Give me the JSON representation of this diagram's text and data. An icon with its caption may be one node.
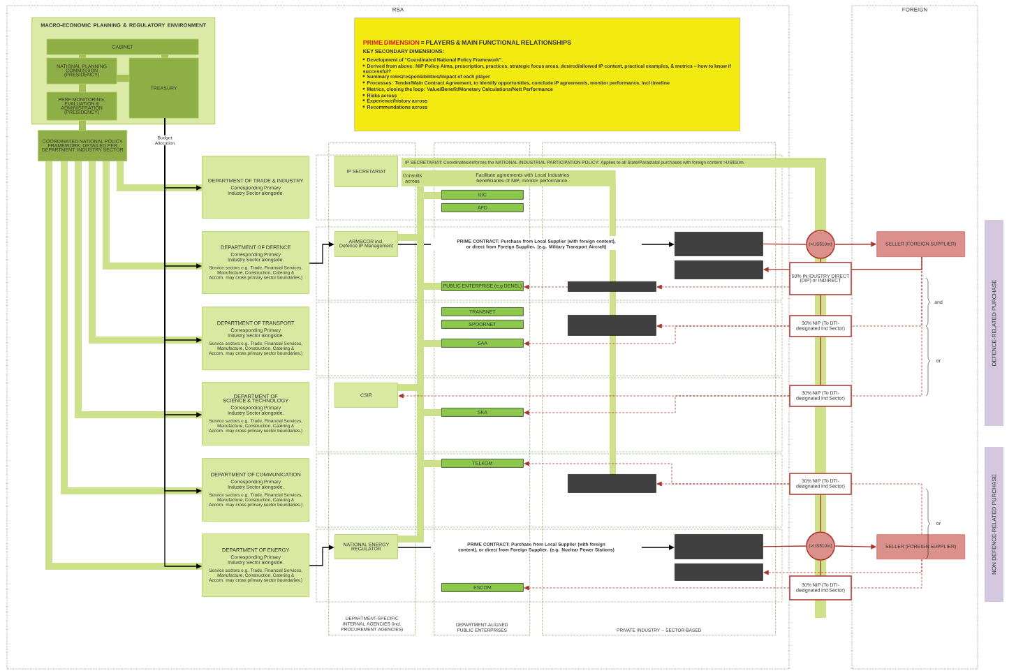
{
  "diagram": {
    "nodes": [
      {
        "text": [
          "RSA"
        ]
      },
      {
        "text": [
          "FOREIGN"
        ]
      },
      {
        "text": [
          "MACRO-ECONOMIC PLANNING & REGULATORY ENVIRONMENT"
        ],
        "in": 0
      },
      {
        "text": [
          "CABINET"
        ],
        "in": 2
      },
      {
        "text": [
          "NATIONAL PLANNING COMMISSION (PRESIDENCY)"
        ],
        "in": 2
      },
      {
        "text": [
          "PERF MONITORING, EVALUATION & ADMINISTRATION (PRESIDENCY)"
        ],
        "in": 2
      },
      {
        "text": [
          "TREASURY"
        ],
        "in": 2
      },
      {
        "text": [
          "PRIME DIMENSION",
          "= PLAYERS & MAIN FUNCTIONAL RELATIONSHIPS",
          "KEY SECONDARY DIMENSIONS:",
          "Development of “Coordinated National Policy Framework”.",
          "Derived from above: NIP Policy Aims, prescription, practices, strategic focus areas, desired/allowed IP content, practical examples, & metrics – how to know if successful?",
          "Summary roles/responsibilities/impact of each player",
          "Processes: Tender/Main Contract Agreement, to identify opportunities, conclude IP agreements, monitor performance, incl timeline",
          "Metrics, closing the loop: Value/Benefit/Monetary Calculations/Nett Performance",
          "Risks across",
          "Experience/history across",
          "Recommendations across"
        ],
        "in": 0
      },
      {
        "text": [
          "COORDINATED NATIONAL POLICY FRAMEWORK, DETAILED PER DEPARTMENT, INDUSTRY SECTOR"
        ],
        "in": 0
      },
      {
        "text": [
          "DEPARTMENT OF TRADE & INDUSTRY",
          "Corresponding Primary Industry Sector alongside."
        ],
        "in": 0
      },
      {
        "text": [
          "DEPARTMENT OF DEFENCE",
          "Corresponding Primary Industry Sector alongside.",
          "Service sectors e.g. Trade, Financial Services, Manufacture, Construction, Catering & Accom. may cross primary sector boundaries.)"
        ],
        "in": 0
      },
      {
        "text": [
          "DEPARTMENT OF TRANSPORT",
          "Corresponding Primary Industry Sector alongside.",
          "Service sectors e.g. Trade, Financial Services, Manufacture, Construction, Catering & Accom. may cross primary sector boundaries.)"
        ],
        "in": 0
      },
      {
        "text": [
          "DEPARTMENT OF SCIENCE & TECHNOLOGY",
          "Corresponding Primary Industry Sector alongside.",
          "Service sectors e.g. Trade, Financial Services, Manufacture, Construction, Catering & Accom. may cross primary sector boundaries.)"
        ],
        "in": 0
      },
      {
        "text": [
          "DEPARTMENT OF COMMUNICATION",
          "Corresponding Primary Industry Sector alongside.",
          "Service sectors e.g. Trade, Financial Services, Manufacture, Construction, Catering & Accom. may cross primary sector boundaries.)"
        ],
        "in": 0
      },
      {
        "text": [
          "DEPARTMENT OF ENERGY",
          "Corresponding Primary Industry Sector alongside.",
          "Service sectors e.g. Trade, Financial Services, Manufacture, Construction, Catering & Accom. may cross primary sector boundaries.)"
        ],
        "in": 0
      },
      {
        "text": [
          "DEPARTMENT-SPECIFIC INTERNAL AGENCIES (incl. PROCUREMENT AGENCIES)"
        ],
        "in": 0
      },
      {
        "text": [
          "DEPARTMENT-ALIGNED PUBLIC ENTERPRISES"
        ],
        "in": 0
      },
      {
        "text": [
          "PRIVATE INDUSTRY – SECTOR-BASED"
        ],
        "in": 0
      },
      {
        "text": [
          "IP SECRETARIAT"
        ],
        "in": 15
      },
      {
        "text": [
          "IP SECRETARIAT: Coordinates/enforces the NATIONAL INDUSTRIAL PARTICIPATION POLICY: Applies to all State/Parastatal purchases with foreign content >US$10m."
        ]
      },
      {
        "text": [
          "Consults across",
          "Facilitate agreements with Local Industries beneficiaries of NIP, monitor performance."
        ],
        "in": 0
      },
      {
        "text": [
          "ARMSCOR incl. Defence IP Management"
        ],
        "in": 15
      },
      {
        "text": [
          "CSIR"
        ],
        "in": 15
      },
      {
        "text": [
          "NATIONAL ENERGY REGULATOR"
        ],
        "in": 15
      },
      {
        "text": [
          "IDC"
        ],
        "in": 16
      },
      {
        "text": [
          "AFD"
        ],
        "in": 16
      },
      {
        "text": [
          "PUBLIC ENTERPRISE (e.g DENEL)"
        ],
        "in": 16
      },
      {
        "text": [
          "TRANSNET"
        ],
        "in": 16
      },
      {
        "text": [
          "SPOORNET"
        ],
        "in": 16
      },
      {
        "text": [
          "SAA"
        ],
        "in": 16
      },
      {
        "text": [
          "SKA"
        ],
        "in": 16
      },
      {
        "text": [
          "TELKOM"
        ],
        "in": 16
      },
      {
        "text": [
          "ESCOM"
        ],
        "in": 16
      },
      {
        "text": [],
        "shape": "box",
        "in": 17
      },
      {
        "text": [],
        "shape": "box",
        "in": 17
      },
      {
        "text": [],
        "shape": "box",
        "in": 17
      },
      {
        "text": [],
        "shape": "box",
        "in": 17
      },
      {
        "text": [],
        "shape": "box",
        "in": 17
      },
      {
        "text": [],
        "shape": "box",
        "in": 17
      },
      {
        "text": [],
        "shape": "box",
        "in": 17
      },
      {
        "text": [
          "(>US$10m)"
        ]
      },
      {
        "text": [
          "50% IN IDUSTRY DIRECT (DIP) or INDIRECT"
        ]
      },
      {
        "text": [
          "30% NIP (To DTI-designated Ind Sector)"
        ]
      },
      {
        "text": [
          "30% NIP (To DTI-designated Ind Sector)"
        ]
      },
      {
        "text": [
          "SELLER (FOREIGN SUPPLIER)"
        ],
        "in": 1
      },
      {
        "text": [
          "30% NIP (To DTI-designated Ind Sector)"
        ]
      },
      {
        "text": [
          "(>US$10m)"
        ]
      },
      {
        "text": [
          "SELLER (FOREIGN SUPPLIER)"
        ],
        "in": 1
      },
      {
        "text": [
          "30% NIP (To DTI-designated Ind Sector)"
        ]
      },
      {
        "text": [
          "DEFENCE-RELATED PURCHASE"
        ]
      },
      {
        "text": [
          "NON DEFENCE-RELATED PURCHASE"
        ]
      }
    ],
    "edges": [
      {
        "from": 3,
        "to": 4,
        "arrow": "none",
        "style": "thick",
        "color": "#a4bf55"
      },
      {
        "from": 3,
        "to": 6,
        "arrow": "none",
        "style": "thick",
        "color": "#a4bf55"
      },
      {
        "from": 4,
        "to": 6,
        "arrow": "none",
        "style": "thick",
        "color": "#a4bf55"
      },
      {
        "from": 4,
        "to": 5,
        "arrow": "none",
        "style": "thick",
        "color": "#a4bf55"
      },
      {
        "from": 5,
        "to": 8,
        "arrow": "none",
        "style": "thick",
        "color": "#a4bf55"
      },
      {
        "from": 8,
        "to": 9,
        "arrow": "none",
        "style": "thick",
        "color": "#cde08a"
      },
      {
        "from": 8,
        "to": 10,
        "arrow": "none",
        "style": "thick",
        "color": "#cde08a"
      },
      {
        "from": 8,
        "to": 11,
        "arrow": "none",
        "style": "thick",
        "color": "#cde08a"
      },
      {
        "from": 8,
        "to": 12,
        "arrow": "none",
        "style": "thick",
        "color": "#cde08a"
      },
      {
        "from": 8,
        "to": 13,
        "arrow": "none",
        "style": "thick",
        "color": "#cde08a"
      },
      {
        "from": 8,
        "to": 14,
        "arrow": "none",
        "style": "thick",
        "color": "#cde08a"
      },
      {
        "from": 6,
        "to": 9,
        "arrow": "to",
        "color": "#000000",
        "label": "Budget Allocation"
      },
      {
        "from": 6,
        "to": 10,
        "arrow": "to",
        "color": "#000000"
      },
      {
        "from": 6,
        "to": 11,
        "arrow": "to",
        "color": "#000000"
      },
      {
        "from": 6,
        "to": 12,
        "arrow": "to",
        "color": "#000000"
      },
      {
        "from": 6,
        "to": 13,
        "arrow": "to",
        "color": "#000000"
      },
      {
        "from": 6,
        "to": 14,
        "arrow": "to",
        "color": "#000000"
      },
      {
        "from": 10,
        "to": 21,
        "arrow": "to",
        "color": "#000000"
      },
      {
        "from": 14,
        "to": 23,
        "arrow": "to",
        "color": "#000000"
      },
      {
        "from": 21,
        "to": 33,
        "arrow": "to",
        "color": "#000000",
        "label": "PRIME CONTRACT: Purchase from Local Supplier (with foreign content), or direct from Foreign Supplier. (e.g. Military Transport Aircraft)"
      },
      {
        "from": 23,
        "to": 38,
        "arrow": "to",
        "color": "#000000",
        "label": "PRIME CONTRACT: Purchase from Local Supplier (with foreign content), or direct from Foreign Supplier. (e.g. Nuclear Power Stations)"
      },
      {
        "from": 20,
        "to": 24,
        "arrow": "none",
        "style": "thick",
        "color": "#cde08a"
      },
      {
        "from": 20,
        "to": 21,
        "arrow": "none",
        "style": "thick",
        "color": "#cde08a"
      },
      {
        "from": 20,
        "to": 26,
        "arrow": "none",
        "style": "thick",
        "color": "#cde08a"
      },
      {
        "from": 20,
        "to": 29,
        "arrow": "none",
        "style": "thick",
        "color": "#cde08a"
      },
      {
        "from": 20,
        "to": 22,
        "arrow": "none",
        "style": "thick",
        "color": "#cde08a"
      },
      {
        "from": 20,
        "to": 30,
        "arrow": "none",
        "style": "thick",
        "color": "#cde08a"
      },
      {
        "from": 20,
        "to": 31,
        "arrow": "none",
        "style": "thick",
        "color": "#cde08a"
      },
      {
        "from": 20,
        "to": 23,
        "arrow": "none",
        "style": "thick",
        "color": "#cde08a"
      },
      {
        "from": 33,
        "to": 40,
        "arrow": "none",
        "color": "#a8332b"
      },
      {
        "from": 40,
        "to": 44,
        "arrow": "to",
        "color": "#a8332b"
      },
      {
        "from": 40,
        "to": 41,
        "arrow": "none",
        "color": "#a8332b"
      },
      {
        "from": 41,
        "to": 42,
        "arrow": "none",
        "color": "#a8332b"
      },
      {
        "from": 42,
        "to": 43,
        "arrow": "none",
        "color": "#a8332b"
      },
      {
        "from": 44,
        "to": 41,
        "arrow": "none",
        "color": "#a8332b"
      },
      {
        "from": 41,
        "to": 34,
        "arrow": "to",
        "color": "#a8332b"
      },
      {
        "from": 41,
        "to": 35,
        "arrow": "to",
        "style": "dashed",
        "color": "#a8332b"
      },
      {
        "from": 35,
        "to": 26,
        "arrow": "to",
        "style": "dashed",
        "color": "#a8332b"
      },
      {
        "from": 44,
        "to": 42,
        "arrow": "none",
        "style": "dashed",
        "color": "#a8332b"
      },
      {
        "from": 44,
        "to": 43,
        "arrow": "none",
        "style": "dashed",
        "color": "#a8332b"
      },
      {
        "from": 42,
        "to": 36,
        "arrow": "to",
        "style": "dashed",
        "color": "#a8332b"
      },
      {
        "from": 42,
        "to": 29,
        "arrow": "to",
        "style": "dashed",
        "color": "#a8332b"
      },
      {
        "from": 43,
        "to": 22,
        "arrow": "to",
        "style": "dashed",
        "color": "#a8332b"
      },
      {
        "from": 43,
        "to": 30,
        "arrow": "to",
        "style": "dashed",
        "color": "#a8332b"
      },
      {
        "from": 45,
        "to": 37,
        "arrow": "to",
        "style": "dashed",
        "color": "#a8332b"
      },
      {
        "from": 45,
        "to": 31,
        "arrow": "to",
        "style": "dashed",
        "color": "#a8332b"
      },
      {
        "from": 38,
        "to": 46,
        "arrow": "none",
        "color": "#a8332b"
      },
      {
        "from": 46,
        "to": 47,
        "arrow": "to",
        "color": "#a8332b"
      },
      {
        "from": 45,
        "to": 46,
        "arrow": "none",
        "color": "#a8332b"
      },
      {
        "from": 46,
        "to": 48,
        "arrow": "none",
        "color": "#a8332b"
      },
      {
        "from": 47,
        "to": 45,
        "arrow": "none",
        "style": "dashed",
        "color": "#a8332b"
      },
      {
        "from": 47,
        "to": 39,
        "arrow": "to",
        "style": "dashed",
        "color": "#a8332b"
      },
      {
        "from": 47,
        "to": 48,
        "arrow": "none",
        "style": "dashed",
        "color": "#a8332b"
      },
      {
        "from": 48,
        "to": 32,
        "arrow": "to",
        "style": "dashed",
        "color": "#a8332b"
      }
    ],
    "labels": [
      "and",
      "or",
      "or"
    ]
  }
}
